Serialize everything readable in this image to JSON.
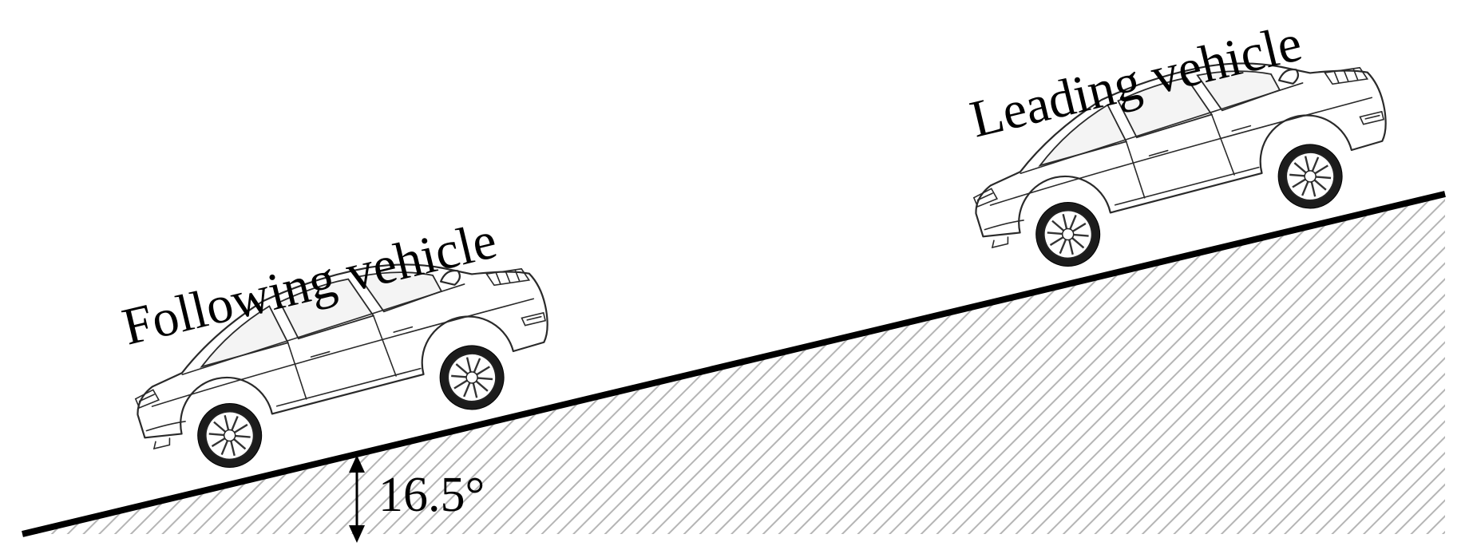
{
  "labels": {
    "following": "Following vehicle",
    "leading": "Leading vehicle",
    "angle": "16.5°"
  },
  "colors": {
    "ground_line": "#000000",
    "hatch": "#b5b5b5",
    "background": "#ffffff"
  }
}
